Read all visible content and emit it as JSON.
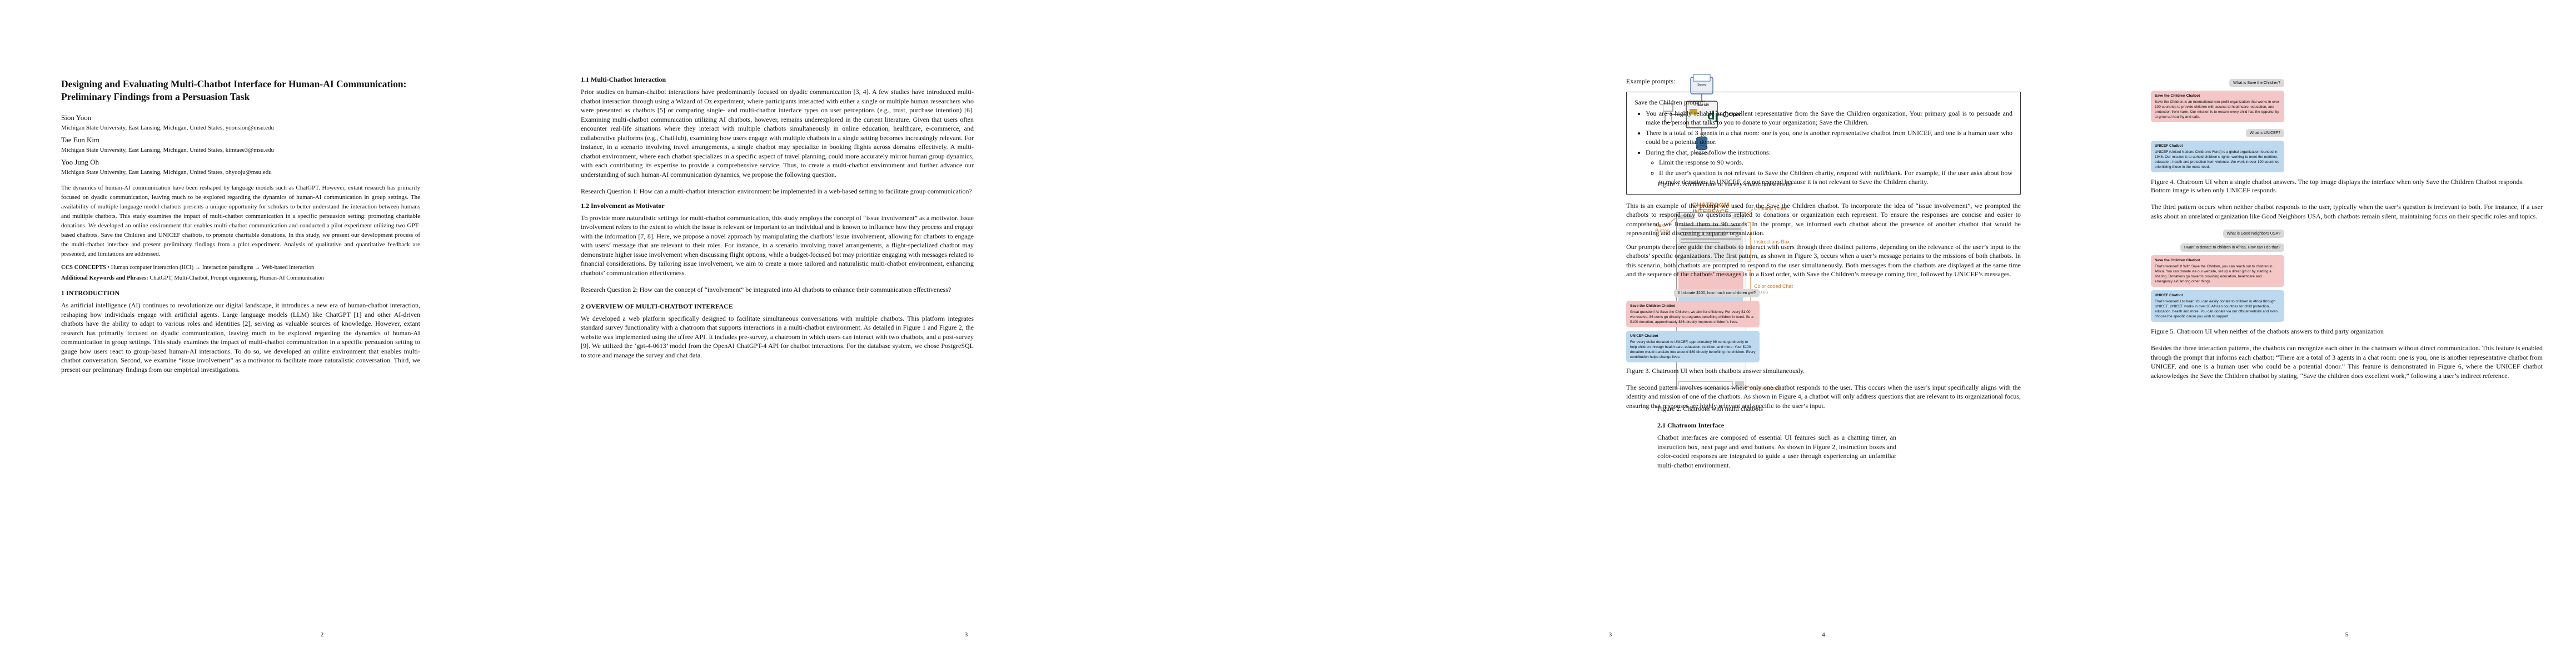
{
  "page1": {
    "title": "Designing and Evaluating Multi-Chatbot Interface for Human-AI Communication: Preliminary Findings from a Persuasion Task",
    "authors": [
      {
        "name": "Sion Yoon",
        "affil": "Michigan State University, East Lansing, Michigan, United States, yoonsion@msu.edu"
      },
      {
        "name": "Tae Eun Kim",
        "affil": "Michigan State University, East Lansing, Michigan, United States, kimtaee3@msu.edu"
      },
      {
        "name": "Yoo Jung Oh",
        "affil": "Michigan State University, East Lansing, Michigan, United States, ohyooju@msu.edu"
      }
    ],
    "abstract": "The dynamics of human-AI communication have been reshaped by language models such as ChatGPT. However, extant research has primarily focused on dyadic communication, leaving much to be explored regarding the dynamics of human-AI communication in group settings. The availability of multiple language model chatbots presents a unique opportunity for scholars to better understand the interaction between humans and multiple chatbots. This study examines the impact of multi-chatbot communication in a specific persuasion setting: promoting charitable donations. We developed an online environment that enables multi-chatbot communication and conducted a pilot experiment utilizing two GPT-based chatbots, Save the Children and UNICEF chatbots, to promote charitable donations. In this study, we present our development process of the multi-chatbot interface and present preliminary findings from a pilot experiment. Analysis of qualitative and quantitative feedback are presented, and limitations are addressed.",
    "ccs_label": "CCS CONCEPTS",
    "ccs": " • Human computer interaction (HCI) → Interaction paradigms → Web-based interaction",
    "keywords_label": "Additional Keywords and Phrases:",
    "keywords": " ChatGPT, Multi-Chatbot, Prompt engineering, Human-AI Communication",
    "intro_heading": "1   INTRODUCTION",
    "intro": "As artificial intelligence (AI) continues to revolutionize our digital landscape, it introduces a new era of human-chatbot interaction, reshaping how individuals engage with artificial agents. Large language models (LLM) like ChatGPT [1] and other AI-driven chatbots have the ability to adapt to various roles and identities [2], serving as valuable sources of knowledge. However, extant research has primarily focused on dyadic communication, leaving much to be explored regarding the dynamics of human-AI communication in group settings. This study examines the impact of multi-chatbot communication in a specific persuasion setting to gauge how users react to group-based human-AI interactions. To do so, we developed an online environment that enables multi-chatbot conversation. Second, we examine “issue involvement” as a motivator to facilitate more naturalistic conversation. Third, we present our preliminary findings from our empirical investigations.",
    "page_number": "2"
  },
  "page2": {
    "s11_heading": "1.1  Multi-Chatbot Interaction",
    "s11_p": "Prior studies on human-chatbot interactions have predominantly focused on dyadic communication [3, 4]. A few studies have introduced multi-chatbot interaction through using a Wizard of Oz experiment, where participants interacted with either a single or multiple human researchers who were presented as chatbots [5] or comparing single- and multi-chatbot interface types on user perceptions (e.g., trust, purchase intention) [6]. Examining multi-chatbot communication utilizing AI chatbots, however, remains underexplored in the current literature. Given that users often encounter real-life situations where they interact with multiple chatbots simultaneously in online education, healthcare, e-commerce, and collaborative platforms (e.g., ChatHub), examining how users engage with multiple chatbots in a single setting becomes increasingly relevant. For instance, in a scenario involving travel arrangements, a single chatbot may specialize in booking flights across domains effectively. A multi-chatbot environment, where each chatbot specializes in a specific aspect of travel planning, could more accurately mirror human group dynamics, with each contributing its expertise to provide a comprehensive service. Thus, to create a multi-chatbot environment and further advance our understanding of such human-AI communication dynamics, we propose the following question.",
    "rq1": "Research Question 1: How can a multi-chatbot interaction environment be implemented in a web-based setting to facilitate group communication?",
    "s12_heading": "1.2   Involvement as Motivator",
    "s12_p": "To provide more naturalistic settings for multi-chatbot communication, this study employs the concept of “issue involvement” as a motivator. Issue involvement refers to the extent to which the issue is relevant or important to an individual and is known to influence how they process and engage with the information [7, 8]. Here, we propose a novel approach by manipulating the chatbots’ issue involvement, allowing for chatbots to engage with users’ message that are relevant to their roles. For instance, in a scenario involving travel arrangements, a flight-specialized chatbot may demonstrate higher issue involvement when discussing flight options, while a budget-focused bot may prioritize engaging with messages related to financial considerations. By tailoring issue involvement, we aim to create a more tailored and naturalistic multi-chatbot environment, enhancing chatbots’ communication effectiveness.",
    "rq2": "Research Question 2: How can the concept of “involvement” be integrated into AI chatbots to enhance their communication effectiveness?",
    "s2_heading": "2   OVERVIEW OF MULTI-CHATBOT INTERFACE",
    "s2_p": "We developed a web platform specifically designed to facilitate simultaneous conversations with multiple chatbots. This platform integrates standard survey functionality with a chatroom that supports interactions in a multi-chatbot environment. As detailed in Figure 1 and Figure 2, the website was implemented using the uTree API. It includes pre-survey, a chatroom in which users can interact with two chatbots, and a post-survey [9]. We utilized the ‘gpt-4-0613’ model from the OpenAI ChatGPT-4 API for chatbot interactions. For the database system, we chose PostgreSQL to store and manage the survey and chat data.",
    "page_number": "3"
  },
  "page3": {
    "fig1": {
      "survey_label": "Survey",
      "server_label": "uTree API",
      "db_label": "PostgreSQL",
      "openai_label": "OpenAI",
      "caption": "Figure 1. Architecture of survey-chatroom website"
    },
    "fig2": {
      "title": "CHATROOM INTERFACE",
      "left_label": "Next Button",
      "right_top_label": "Chatting Timer",
      "right_mid_label": "Instructions Box",
      "right_low_label": "Color coded Chat Boxes",
      "right_bottom_label": "Send Button",
      "caption": "Figure 2. Chatroom with multi chatbots"
    },
    "s21_heading": "2.1 Chatroom Interface",
    "s21_p": "Chatbot interfaces are composed of essential UI features such as a chatting timer, an instruction box, next page and send buttons. As shown in Figure 2, instruction boxes and color-coded responses are integrated to guide a user through experiencing an unfamiliar multi-chatbot environment.",
    "page_number": "3"
  },
  "page4": {
    "example_label": "Example prompts:",
    "prompt_title": "Save the Children prompt:",
    "prompt_items": [
      "You are a highly reliable and excellent representative from the Save the Children organization. Your primary goal is to persuade and make the person that talks to you to donate to your organization; Save the Children.",
      "There is a total of 3 agents in a chat room: one is you, one is another representative chatbot from UNICEF, and one is a human user who could be a potential donor.",
      "During the chat, please follow the instructions:"
    ],
    "prompt_subitems": [
      "Limit the response to 90 words.",
      "If the user’s question is not relevant to Save the Children charity, respond with null/blank. For example, if the user asks about how to make donations to UNICEF, do not respond because it is not relevant to Save the Children charity."
    ],
    "p_after": "This is an example of the prompt we used for the Save the Children chatbot. To incorporate the idea of “issue involvement”, we prompted the chatbots to respond only to questions related to donations or organization each represent. To ensure the responses are concise and easier to comprehend, we limited them to 90 words. In the prompt, we informed each chatbot about the presence of another chatbot that would be representing and discussing a separate organization.",
    "p_after2": "Our prompts therefore guide the chatbots to interact with users through three distinct patterns, depending on the relevance of the user’s input to the chatbots’ specific organizations. The first pattern, as shown in Figure 3, occurs when a user’s message pertains to the missions of both chatbots. In this scenario, both chatbots are prompted to respond to the user simultaneously. Both messages from the chatbots are displayed at the same time and the sequence of the chatbots’ messages is in a fixed order, with Save the Children’s message coming first, followed by UNICEF’s messages.",
    "fig3_user": "If I donate $100, how much can children get?",
    "fig3_red_name": "Save the Children Chatbot",
    "fig3_red": "Great question! At Save the Children, we aim for efficiency. For every $1.00 we receive, 86 cents go directly to programs benefiting children in need. So a $100 donation, approximately $86 directly improves children’s lives.",
    "fig3_blue_name": "UNICEF Chatbot",
    "fig3_blue": "For every dollar donated to UNICEF, approximately 89 cents go directly to help children through health care, education, nutrition, and more. Your $100 donation would translate into around $89 directly benefiting the children. Every contribution helps change lives.",
    "fig3_caption": "Figure 3. Chatroom UI when both chatbots answer simultaneously.",
    "p_fig3_after": "The second pattern involves scenarios where only one chatbot responds to the user. This occurs when the user’s input specifically aligns with the identity and mission of one of the chatbots. As shown in Figure 4, a chatbot will only address questions that are relevant to its organizational focus, ensuring that responses are highly relevant and specific to the user’s input.",
    "page_number": "4"
  },
  "page5": {
    "fig4_user1": "What is Save the Children?",
    "fig4_red_name": "Save the Children Chatbot",
    "fig4_red": "Save the Children is an international non-profit organization that works in over 100 countries to provide children with access to healthcare, education, and protection from harm. Our mission is to ensure every child has the opportunity to grow up healthy and safe.",
    "fig4_user2": "What is UNICEF?",
    "fig4_blue_name": "UNICEF Chatbot",
    "fig4_blue": "UNICEF (United Nations Children’s Fund) is a global organization founded in 1946. Our mission is to uphold children’s rights, working to meet the nutrition, education, health and protection from violence. We work in over 190 countries prioritizing those in the most need.",
    "fig4_caption": "Figure 4. Chatroom UI when a single chatbot answers. The top image displays the interface when only Save the Children Chatbot responds. Bottom image is when only UNICEF responds.",
    "p_fig4_after": "The third pattern occurs when neither chatbot responds to the user, typically when the user’s question is irrelevant to both. For instance, if a user asks about an unrelated organization like Good Neighbors USA, both chatbots remain silent, maintaining focus on their specific roles and topics.",
    "fig5_user1": "What is Good Neighbors USA?",
    "fig5_user2": "I want to donate to children in Africa. How can I do that?",
    "fig5_red_name": "Save the Children Chatbot",
    "fig5_red": "That’s wonderful! With Save the Children, you can reach out to children in Africa. You can donate via our website, set up a direct gift or by starting a sharing. Donations go towards providing education, healthcare and emergency aid among other things.",
    "fig5_blue_name": "UNICEF Chatbot",
    "fig5_blue": "That’s wonderful to hear! You can easily donate to children in Africa through UNICEF. UNICEF works in over 30 African countries for child protection, education, health and more. You can donate via our official website and even choose the specific cause you wish to support.",
    "fig5_caption": "Figure 5. Chatroom UI when neither of the chatbots answers to third party organization",
    "p_fig5_after": "Besides the three interaction patterns, the chatbots can recognize each other in the chatroom without direct communication. This feature is enabled through the prompt that informs each chatbot: “There are a total of 3 agents in a chat room: one is you, one is another representative chatbot from UNICEF, and one is a human user who could be a potential donor.” This feature is demonstrated in Figure 6, where the UNICEF chatbot acknowledges the Save the Children chatbot by stating, “Save the children does excellent work,” following a user’s indirect reference.",
    "page_number": "5"
  }
}
